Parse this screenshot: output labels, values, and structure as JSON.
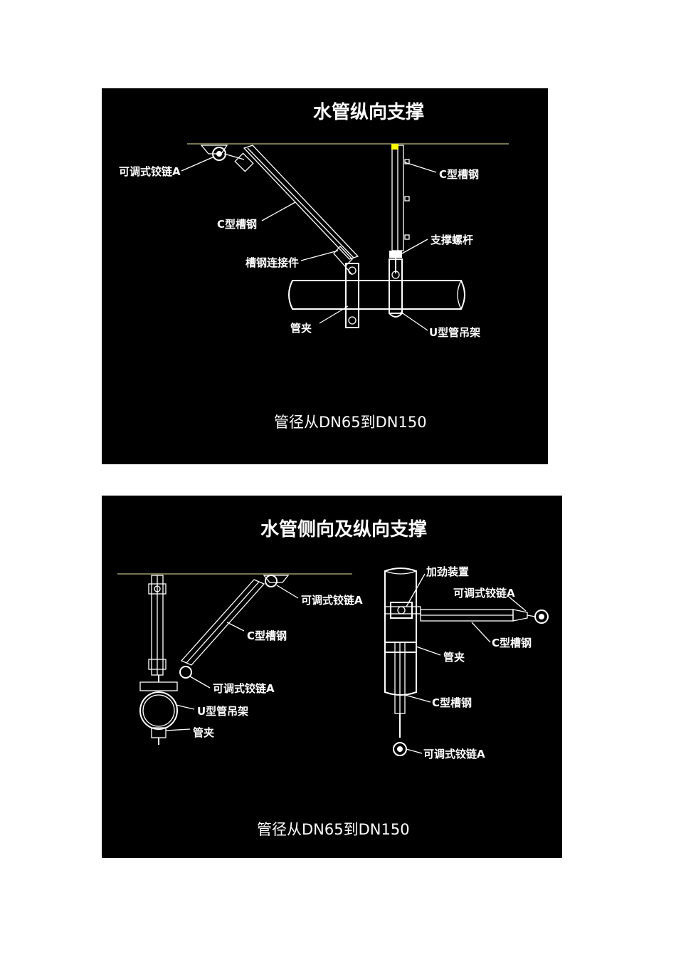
{
  "diagram1": {
    "title": "水管纵向支撑",
    "subtitle": "管径从DN65到DN150",
    "labels": {
      "hinge_a": "可调式铰链A",
      "c_channel_diag": "C型槽钢",
      "channel_connector": "槽钢连接件",
      "pipe_clamp": "管夹",
      "c_channel_vert": "C型槽钢",
      "support_rod": "支撑螺杆",
      "u_hanger": "U型管吊架"
    }
  },
  "diagram2": {
    "title": "水管侧向及纵向支撑",
    "subtitle": "管径从DN65到DN150",
    "labels": {
      "hinge_a_top": "可调式铰链A",
      "c_channel_left": "C型槽钢",
      "hinge_a_mid": "可调式铰链A",
      "u_hanger": "U型管吊架",
      "pipe_clamp_left": "管夹",
      "reinforcement": "加劲装置",
      "hinge_a_right": "可调式铰链A",
      "c_channel_right": "C型槽钢",
      "pipe_clamp_right": "管夹",
      "c_channel_lower": "C型槽钢",
      "hinge_a_bottom": "可调式铰链A"
    }
  }
}
